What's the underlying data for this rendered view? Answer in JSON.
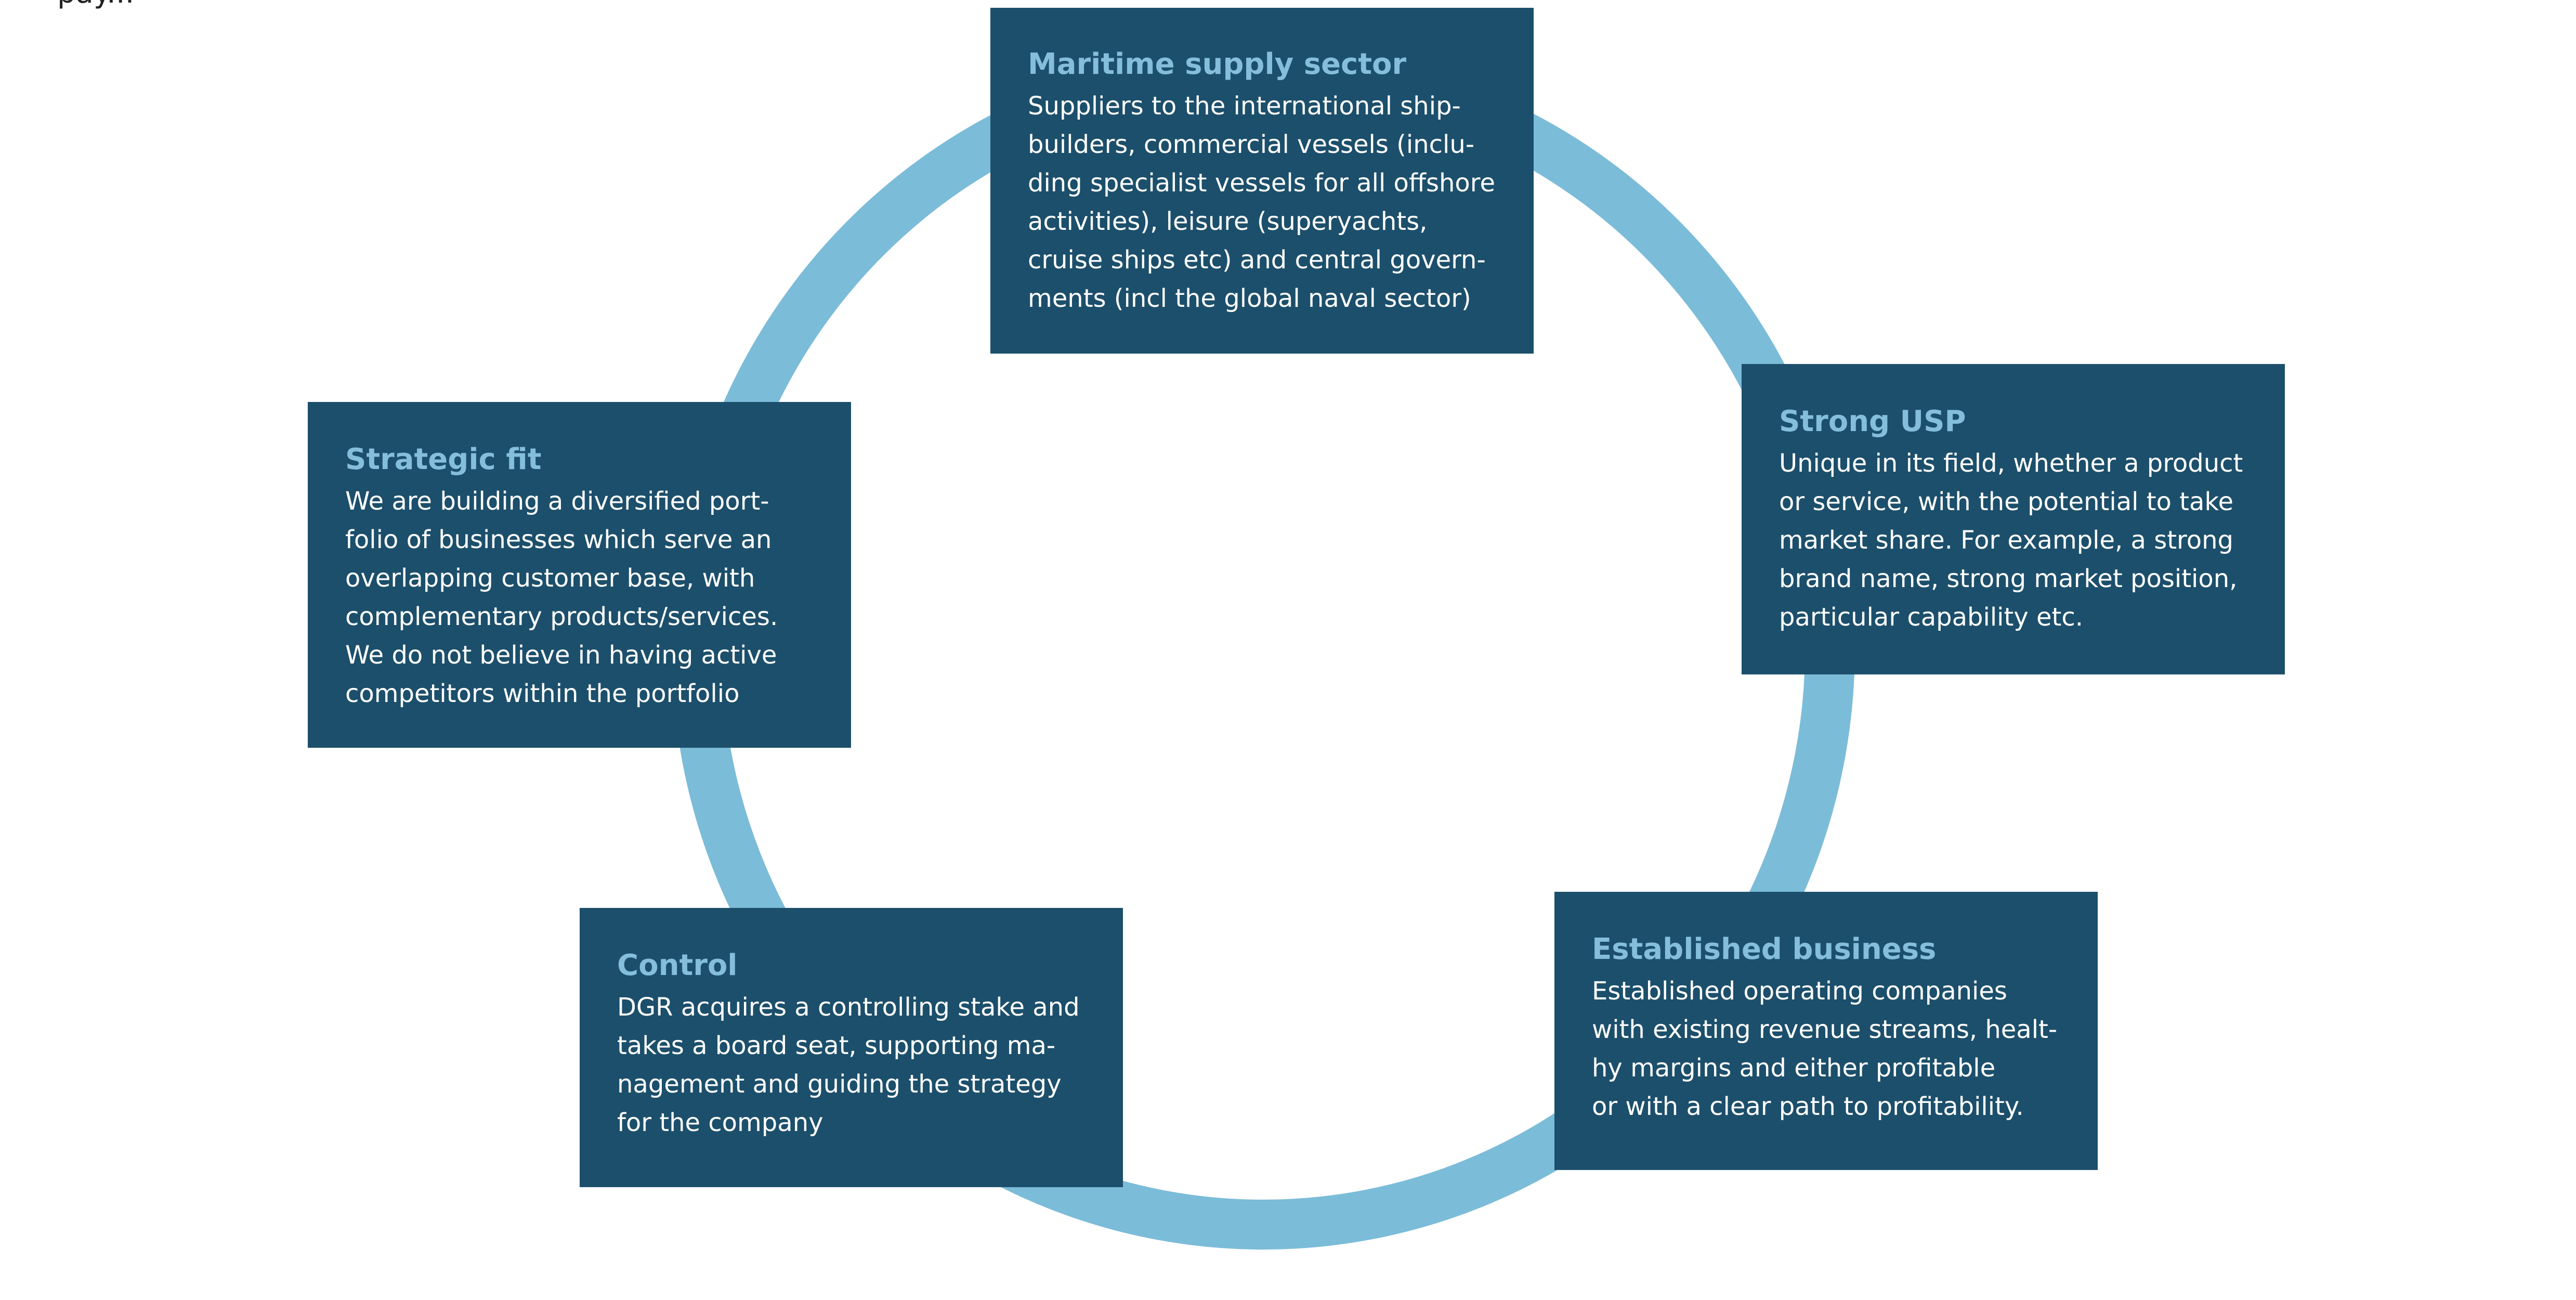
{
  "diagram": {
    "top_cut_text": "pay...",
    "ring_color": "#7bbcd9",
    "box_color": "#1c4f6b",
    "heading_color": "#84bedb",
    "boxes": {
      "maritime": {
        "title": "Maritime supply sector",
        "body": "Suppliers to the international ship-\nbuilders, commercial vessels (inclu-\nding specialist vessels for all offshore\nactivities), leisure (superyachts,\ncruise ships etc) and central govern-\nments (incl the global naval sector)"
      },
      "usp": {
        "title": "Strong USP",
        "body": "Unique in its field, whether a product\nor service, with the potential to take\nmarket share. For example, a strong\nbrand name, strong market position,\nparticular capability etc."
      },
      "strategic": {
        "title": "Strategic fit",
        "body": "We are building a diversified port-\nfolio of businesses which serve an\noverlapping customer base, with\ncomplementary products/services.\nWe do not believe in having active\ncompetitors within the portfolio"
      },
      "control": {
        "title": "Control",
        "body": "DGR acquires a controlling stake and\ntakes a board seat, supporting ma-\nnagement and guiding the strategy\nfor the company"
      },
      "established": {
        "title": "Established business",
        "body": "Established operating companies\nwith existing revenue streams, healt-\nhy margins and either profitable\nor with a clear path to profitability."
      }
    }
  }
}
